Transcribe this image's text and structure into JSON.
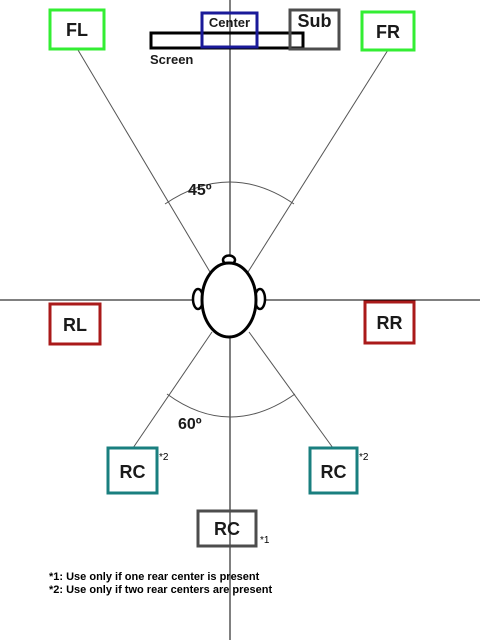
{
  "speakers": {
    "fl": {
      "label": "FL",
      "color": "#33ee33"
    },
    "fr": {
      "label": "FR",
      "color": "#33ee33"
    },
    "center": {
      "label": "Center",
      "color": "#1a1a99"
    },
    "sub": {
      "label": "Sub",
      "color": "#4d4d4d"
    },
    "rl": {
      "label": "RL",
      "color": "#aa1a1a"
    },
    "rr": {
      "label": "RR",
      "color": "#aa1a1a"
    },
    "rc_left": {
      "label": "RC",
      "color": "#1a7f7f",
      "mark": "*2"
    },
    "rc_right": {
      "label": "RC",
      "color": "#1a7f7f",
      "mark": "*2"
    },
    "rc_single": {
      "label": "RC",
      "color": "#4d4d4d",
      "mark": "*1"
    }
  },
  "screen": {
    "label": "Screen"
  },
  "angles": {
    "front": "45º",
    "rear": "60º"
  },
  "notes": [
    "*1: Use only if one rear center is present",
    "*2: Use only if two rear centers are present"
  ]
}
